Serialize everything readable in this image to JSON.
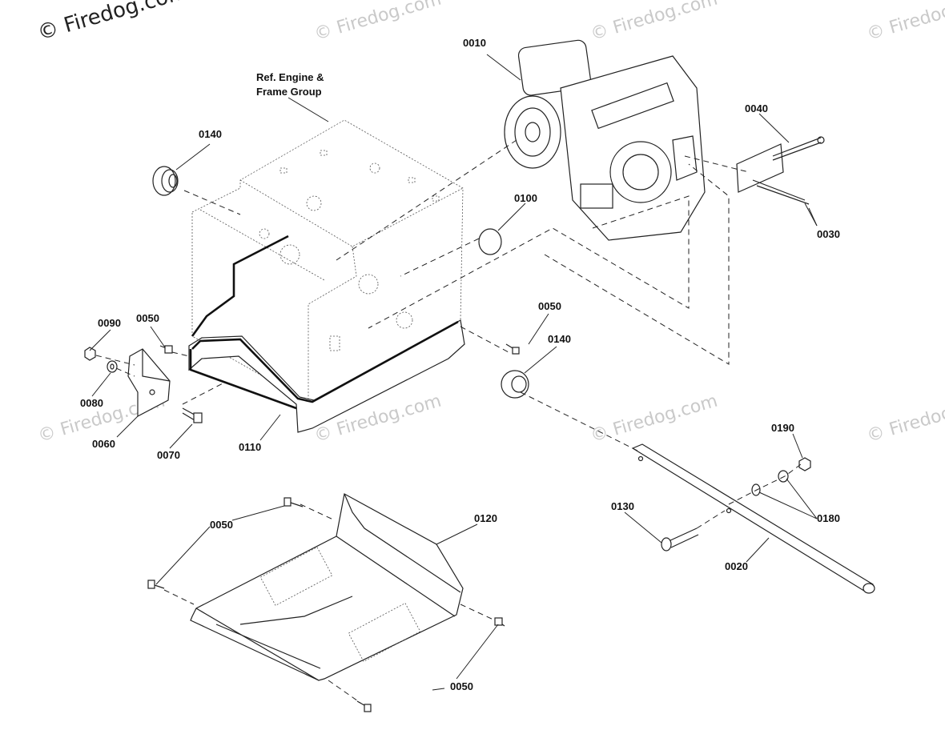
{
  "watermarks": {
    "main": "© Firedog.com",
    "tiles": [
      "© Firedog.com",
      "© Firedog.com",
      "© Firedog.com",
      "© Firedog.com",
      "© Firedog.com",
      "© Firedog.com",
      "© Firedog.com"
    ]
  },
  "reference_note": {
    "line1": "Ref. Engine &",
    "line2": "Frame Group"
  },
  "parts": {
    "engine": "0010",
    "axle_shaft": "0020",
    "wire": "0030",
    "bracket_rod": "0040",
    "screw_top_left": "0050",
    "screw_mid": "0050",
    "screw_bottom_left": "0050",
    "screw_bottom_right": "0050",
    "bracket_angle": "0060",
    "screw_lower": "0070",
    "washer": "0080",
    "nut": "0090",
    "plug": "0100",
    "cover_plate": "0110",
    "bottom_pan": "0120",
    "bolt": "0130",
    "bushing_left": "0140",
    "bushing_right": "0140",
    "washers_right": "0180",
    "nut_right": "0190"
  }
}
